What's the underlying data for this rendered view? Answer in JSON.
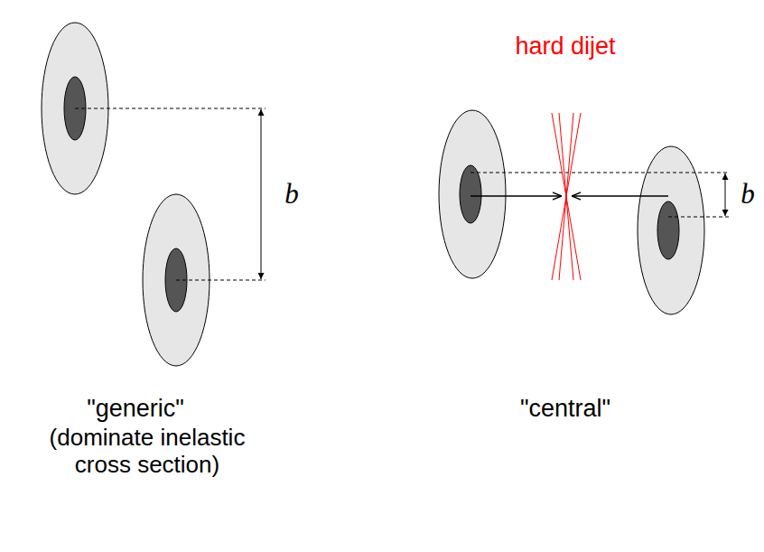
{
  "diagram": {
    "labels": [
      "hard dijet",
      "b",
      "b",
      "\"generic\"",
      "(dominate inelastic cross section)",
      "\"central\""
    ]
  }
}
